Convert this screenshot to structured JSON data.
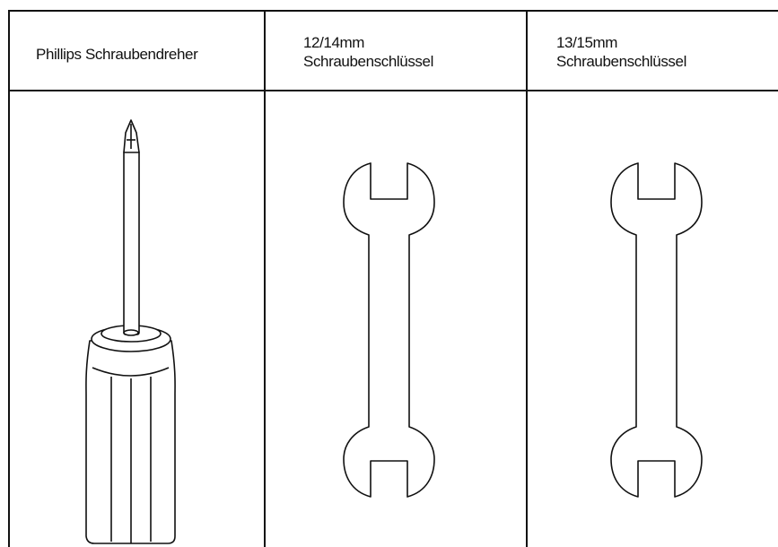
{
  "columns": [
    {
      "header": [
        "Phillips Schraubendreher"
      ],
      "icon": "phillips-screwdriver-icon"
    },
    {
      "header": [
        "12/14mm",
        "Schraubenschlüssel"
      ],
      "icon": "double-open-end-wrench-icon"
    },
    {
      "header": [
        "13/15mm",
        "Schraubenschlüssel"
      ],
      "icon": "double-open-end-wrench-icon"
    }
  ],
  "colors": {
    "line": "#111111",
    "background": "#ffffff"
  }
}
